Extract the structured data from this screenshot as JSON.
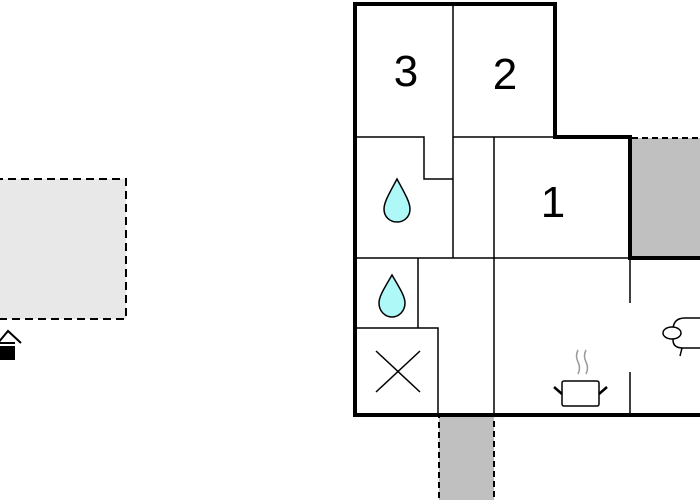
{
  "rooms": [
    {
      "label": "3"
    },
    {
      "label": "2"
    },
    {
      "label": "1"
    }
  ],
  "icons": [
    "water-drop-icon",
    "water-drop-icon",
    "toilet-x-icon",
    "cooking-pot-icon",
    "sofa-icon",
    "house-entrance-icon"
  ],
  "colors": {
    "wall": "#000000",
    "terrace": "#c0c0c0",
    "outdoor_area": "#e8e8e8",
    "water": "#aef8f8"
  }
}
